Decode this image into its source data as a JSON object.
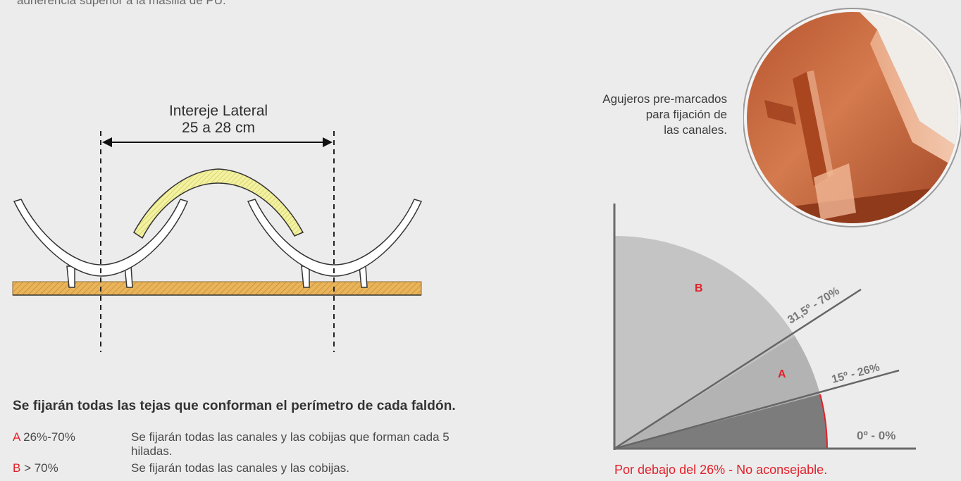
{
  "intro_text": "adherencia superior a la masilla de PU.",
  "diagram": {
    "label_line1": "Intereje Lateral",
    "label_line2": "25 a 28 cm"
  },
  "fixing": {
    "heading": "Se fijarán todas las tejas que conforman el perímetro de cada faldón.",
    "rules": [
      {
        "zone": "A",
        "range": " 26%-70%",
        "desc": "Se fijarán todas las canales y las cobijas que forman cada 5 hiladas."
      },
      {
        "zone": "B",
        "range": " > 70%",
        "desc": "Se fijarán todas las canales y las cobijas."
      }
    ]
  },
  "holes_caption": [
    "Agujeros pre-marcados",
    "para fijación de",
    "las canales."
  ],
  "slope_chart": {
    "zone_b": "B",
    "zone_a": "A",
    "line_upper": "31,5º - 70%",
    "line_lower": "15º - 26%",
    "baseline": "0º - 0%",
    "warning": "Por debajo del 26% - No aconsejable."
  },
  "colors": {
    "accent_red": "#e3202a",
    "zone_b_gray": "#c4c4c4",
    "zone_a_gray": "#b3b3b3",
    "below_gray": "#7c7c7c",
    "terracotta": "#c8663f",
    "batten": "#e6b657"
  }
}
